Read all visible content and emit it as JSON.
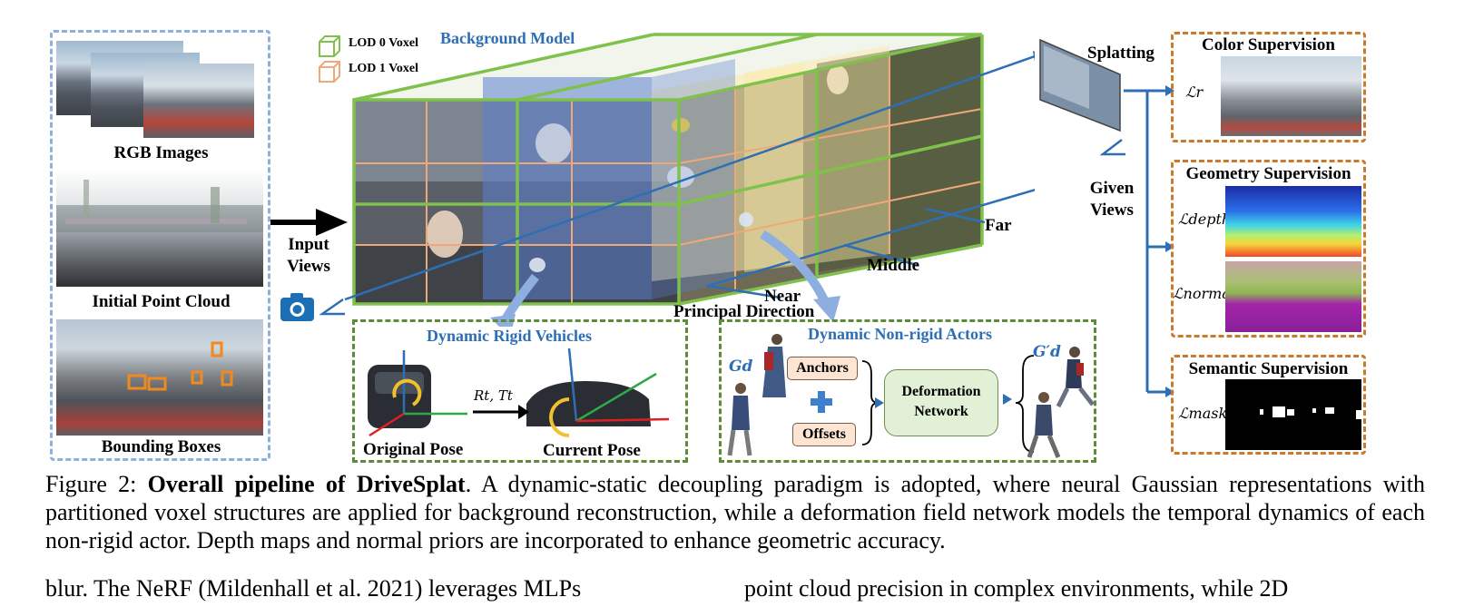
{
  "left_panel": {
    "rgb_label": "RGB Images",
    "pointcloud_label": "Initial Point Cloud",
    "bbox_label": "Bounding Boxes"
  },
  "input_views": {
    "line1": "Input",
    "line2": "Views"
  },
  "legend": {
    "lod0": "LOD 0 Voxel",
    "lod1": "LOD 1 Voxel"
  },
  "background_model": {
    "title": "Background Model"
  },
  "directions": {
    "far": "Far",
    "middle": "Middle",
    "near": "Near",
    "principal": "Principal Direction"
  },
  "splatting": {
    "label": "Splatting",
    "given_line1": "Given",
    "given_line2": "Views"
  },
  "supervision": {
    "color": {
      "title": "Color Supervision",
      "loss": "ℒr"
    },
    "geometry": {
      "title": "Geometry Supervision",
      "loss_depth": "ℒdepth",
      "loss_normal": "ℒnormal"
    },
    "semantic": {
      "title": "Semantic Supervision",
      "loss": "ℒmask"
    }
  },
  "rigid": {
    "title": "Dynamic Rigid Vehicles",
    "transform": "Rt, Tt",
    "original": "Original Pose",
    "current": "Current Pose"
  },
  "nonrigid": {
    "title": "Dynamic Non-rigid Actors",
    "gd": "Gd",
    "gd_prime": "G′d",
    "anchors": "Anchors",
    "offsets": "Offsets",
    "deform_line1": "Deformation",
    "deform_line2": "Network"
  },
  "caption": {
    "prefix": "Figure 2: ",
    "bold": "Overall pipeline of DriveSplat",
    "text": ". A dynamic-static decoupling paradigm is adopted, where neural Gaussian representations with partitioned voxel structures are applied for background reconstruction, while a deformation field network models the temporal dynamics of each non-rigid actor. Depth maps and normal priors are incorporated to enhance geometric accuracy."
  },
  "body_snippet": {
    "left": "blur. The NeRF (Mildenhall et al. 2021) leverages MLPs",
    "right": "point cloud precision in complex environments, while 2D"
  }
}
